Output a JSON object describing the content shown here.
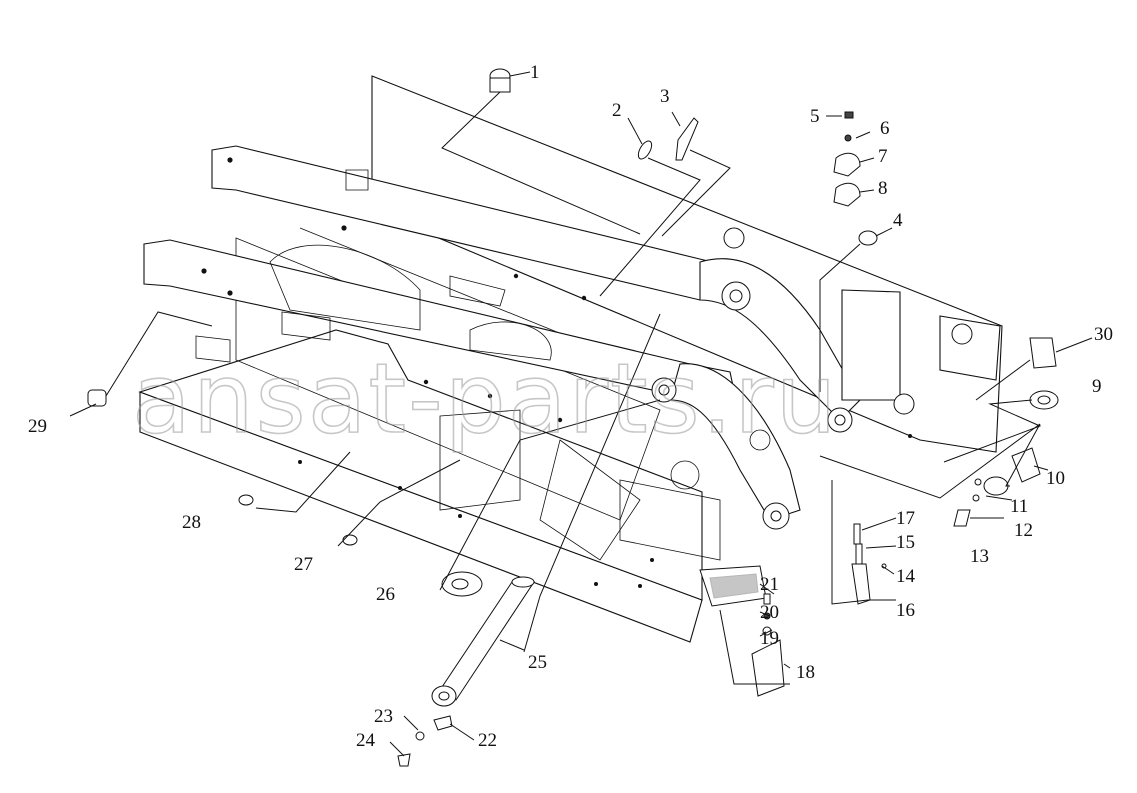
{
  "diagram": {
    "watermark": "ansat-parts.ru",
    "part_numbers": [
      "1",
      "2",
      "3",
      "4",
      "5",
      "6",
      "7",
      "8",
      "9",
      "10",
      "11",
      "12",
      "13",
      "14",
      "15",
      "16",
      "17",
      "18",
      "19",
      "20",
      "21",
      "22",
      "23",
      "24",
      "25",
      "26",
      "27",
      "28",
      "29",
      "30"
    ]
  },
  "colors": {
    "line": "#111111",
    "watermark": "#9a9a9a",
    "background": "#ffffff"
  }
}
